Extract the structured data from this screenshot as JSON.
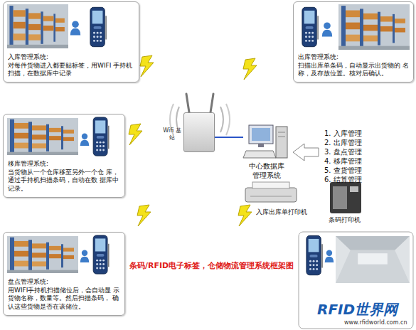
{
  "diagram": {
    "caption": "条码/RFID电子标签，仓储物流管理系统框架图",
    "nodes": [
      {
        "text": [
          "入库管理系统:",
          "对每件货物进入都要贴标签，用WIFI 手持机扫描，在数据库中记录"
        ]
      },
      {
        "text": [
          "出库管理系统:",
          "扫描出库单条码，自动显示出货物的 名称，及存放位置。核对后确认。"
        ]
      },
      {
        "text": [
          "移库管理系统:",
          "当货物从一个仓库移至另外一个仓 库，通过手持机扫描条码，自动在数 据库中记录。"
        ]
      },
      {
        "text": [
          "盘点管理系统:",
          "用WIFI手持机扫描储位后，会自动显 示货物名称，数量等。然后扫描条码， 确认这些货物是否在该储位。"
        ]
      },
      {
        "text": [
          "Wifi 基站"
        ]
      },
      {
        "text": [
          "中心数据库 管理系统"
        ]
      }
    ],
    "edges": [
      {
        "from": 4,
        "to": 5,
        "arrow": "none"
      }
    ],
    "labels": [
      "1. 入库管理",
      "2. 出库管理",
      "3. 盘点管理",
      "4. 移库管理",
      "5. 查货管理",
      "6. 结算管理",
      "入库出库单打印机",
      "条码打印机",
      "RFID世界网",
      "www.rfidworld.com.cn"
    ]
  }
}
